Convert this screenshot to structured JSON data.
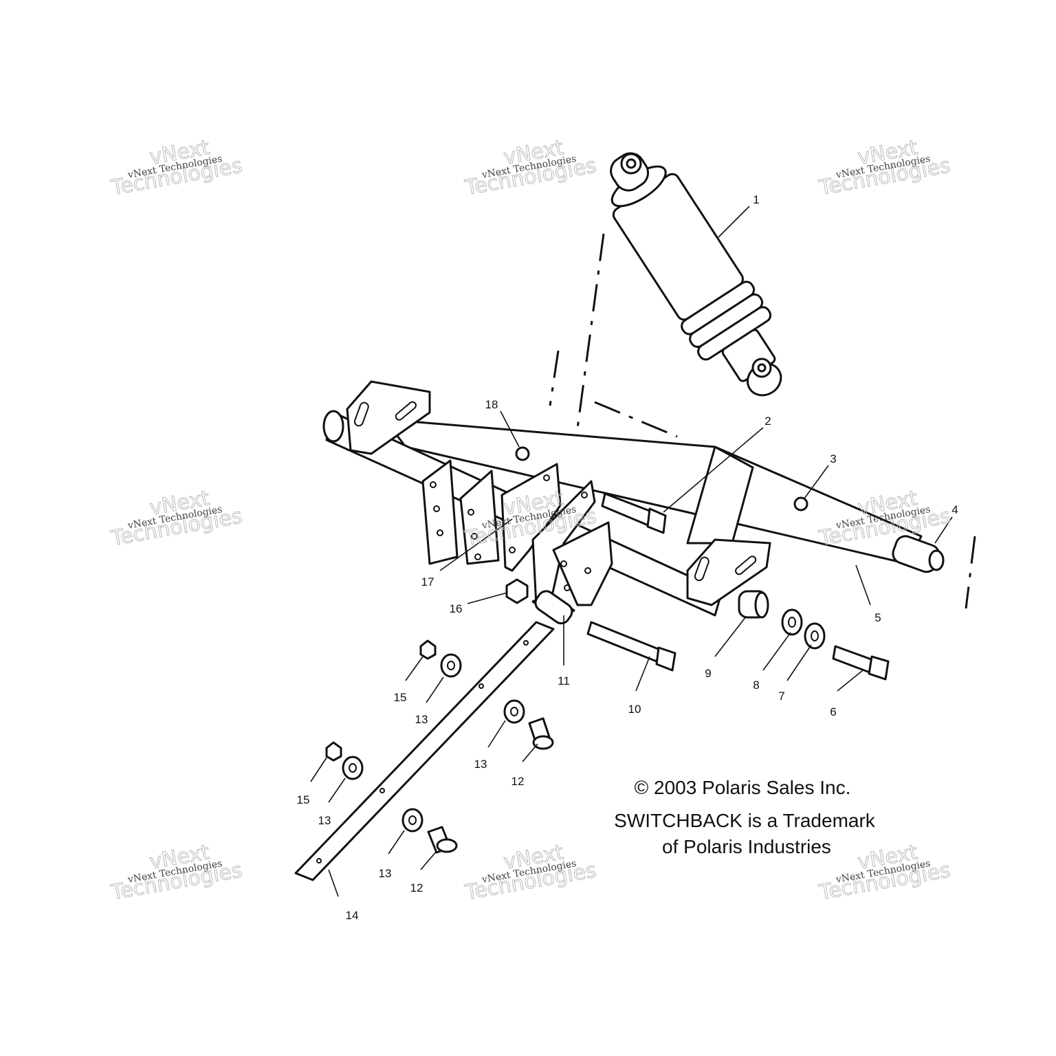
{
  "diagram": {
    "callouts": [
      "1",
      "2",
      "3",
      "4",
      "5",
      "6",
      "7",
      "8",
      "9",
      "10",
      "11",
      "12",
      "12",
      "13",
      "13",
      "13",
      "13",
      "14",
      "15",
      "15",
      "16",
      "17",
      "18"
    ],
    "copyright_line": "© 2003 Polaris Sales Inc.",
    "trademark_line1": "SWITCHBACK is a Trademark",
    "trademark_line2": "of Polaris Industries"
  },
  "watermark": {
    "small": "vNext Technologies",
    "big_line1": "vNext",
    "big_line2": "Technologies"
  }
}
